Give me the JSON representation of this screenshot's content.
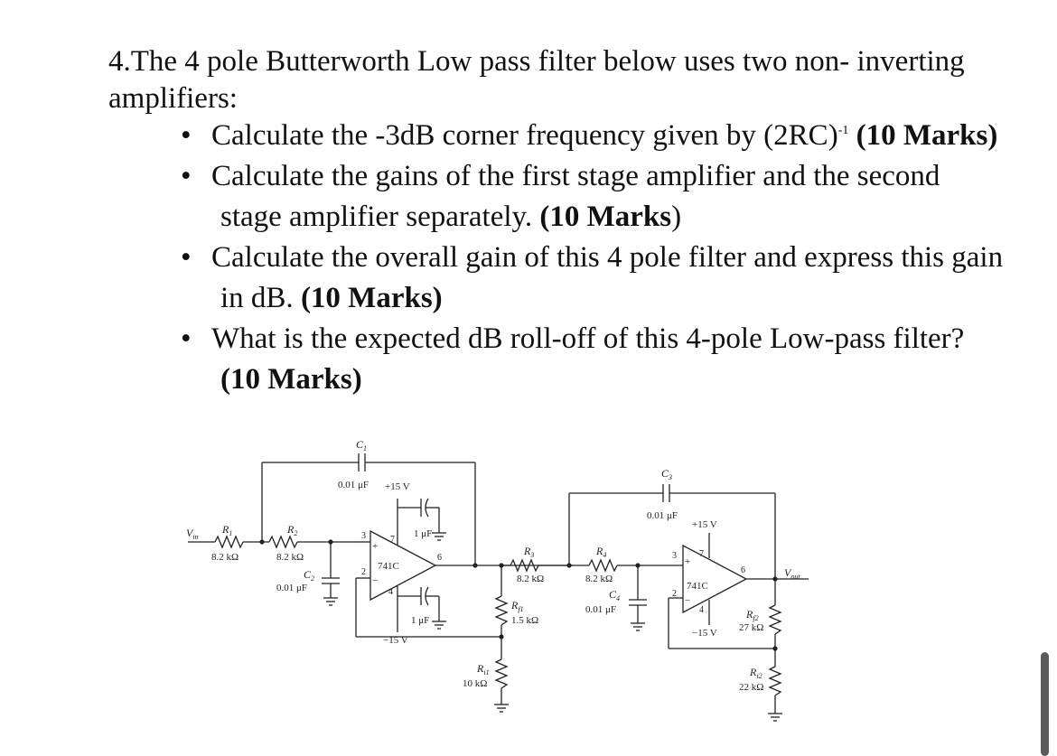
{
  "question": {
    "title": "4.The 4 pole Butterworth Low pass filter below uses two non- inverting amplifiers:",
    "bullets": [
      {
        "text": "Calculate the -3dB corner frequency given by (2RC)",
        "sup": "-1",
        "marks": "(10 Marks)"
      },
      {
        "line1": "Calculate the gains of the first stage amplifier and the second",
        "line2": "stage amplifier separately.",
        "marks": "(10 Marks",
        "tail": ")"
      },
      {
        "line1": "Calculate the overall gain of this 4 pole filter and express this gain",
        "line2": "in dB.",
        "marks": "(10 Marks)"
      },
      {
        "line1": "What is the expected dB roll-off of this 4-pole Low-pass filter?",
        "marks": "(10 Marks)"
      }
    ]
  },
  "circuit": {
    "labels": {
      "vin": "V",
      "vin_sub": "in",
      "r1": "R",
      "r1_sub": "1",
      "r1_val": "8.2 kΩ",
      "r2": "R",
      "r2_sub": "2",
      "r2_val": "8.2 kΩ",
      "c1": "C",
      "c1_sub": "1",
      "c1_val": "0.01 μF",
      "c2": "C",
      "c2_sub": "2",
      "c2_val": "0.01 μF",
      "vplus1": "+15 V",
      "vminus1": "−15 V",
      "cap1uf_top": "1 μF",
      "cap1uf_bot": "1 μF",
      "op1": "741C",
      "pin3a": "3",
      "pin2a": "2",
      "pin7a": "7",
      "pin4a": "4",
      "pin6a": "6",
      "r3": "R",
      "r3_sub": "3",
      "r3_val": "8.2 kΩ",
      "rf1": "R",
      "rf1_sub": "f1",
      "rf1_val": "1.5 kΩ",
      "ri1": "R",
      "ri1_sub": "i1",
      "ri1_val": "10 kΩ",
      "r4": "R",
      "r4_sub": "4",
      "r4_val": "8.2 kΩ",
      "c3": "C",
      "c3_sub": "3",
      "c3_val": "0.01 μF",
      "c4": "C",
      "c4_sub": "4",
      "c4_val": "0.01 μF",
      "vplus2": "+15 V",
      "vminus2": "−15 V",
      "op2": "741C",
      "pin3b": "3",
      "pin2b": "2",
      "pin7b": "7",
      "pin4b": "4",
      "pin6b": "6",
      "rf2": "R",
      "rf2_sub": "f2",
      "rf2_val": "27 kΩ",
      "ri2": "R",
      "ri2_sub": "i2",
      "ri2_val": "22 kΩ",
      "vout": "V",
      "vout_sub": "out",
      "plus": "+",
      "minus": "−"
    }
  }
}
